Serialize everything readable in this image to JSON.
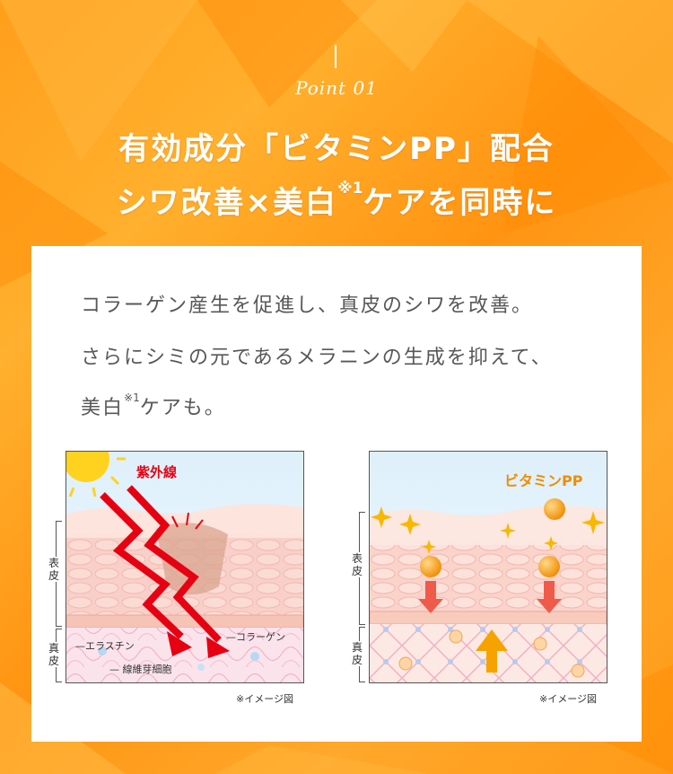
{
  "header": {
    "point_label": "Point 01",
    "headline_line1": "有効成分「ビタミンPP」配合",
    "headline_line2_pre": "シワ改善×美白",
    "headline_line2_note": "※1",
    "headline_line2_post": "ケアを同時に"
  },
  "body": {
    "line1": "コラーゲン産生を促進し、真皮のシワを改善。",
    "line2": "さらにシミの元であるメラニンの生成を抑えて、",
    "line3_pre": "美白",
    "line3_note": "※1",
    "line3_post": "ケアも。"
  },
  "left_diagram": {
    "uv_label": "紫外線",
    "label_elastin": "—エラスチン",
    "label_collagen": "—コラーゲン",
    "label_fibroblast": "— 線維芽細胞",
    "note": "※イメージ図",
    "scale_epidermis": "表皮",
    "scale_dermis": "真皮"
  },
  "right_diagram": {
    "title": "ビタミンPP",
    "note": "※イメージ図",
    "scale_epidermis": "表皮",
    "scale_dermis": "真皮"
  },
  "colors": {
    "background": "#ff9f1c",
    "uv_red": "#e60012",
    "vitamin_orange": "#f08c00",
    "body_text": "#595757"
  }
}
